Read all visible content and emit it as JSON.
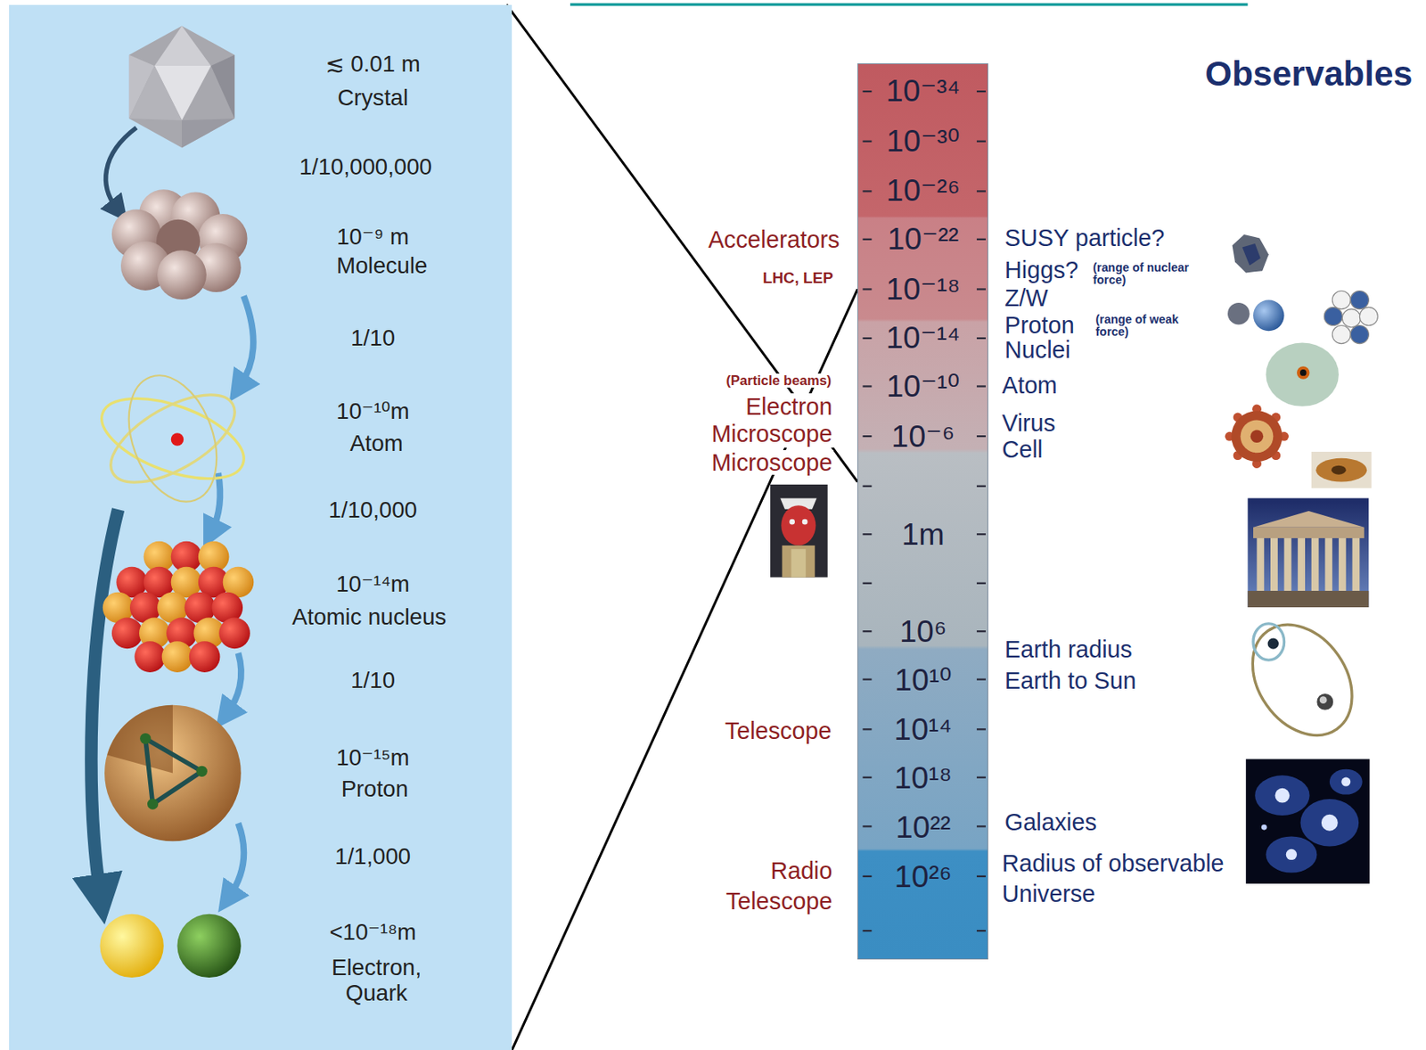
{
  "diagram": {
    "title": "Observables",
    "nodes": [
      {
        "text": [
          "≲ 0.01 m",
          "Crystal",
          "1/10,000,000",
          "10⁻⁹ m",
          "Molecule",
          "1/10",
          "10⁻¹⁰m",
          "Atom",
          "1/10,000",
          "10⁻¹⁴m",
          "Atomic nucleus",
          "1/10",
          "10⁻¹⁵m",
          "Proton",
          "1/1,000",
          "<10⁻¹⁸m",
          "Electron, Quark"
        ]
      },
      {
        "text": [
          "10⁻³⁴",
          "10⁻³⁰",
          "10⁻²⁶",
          "10⁻²²",
          "10⁻¹⁸",
          "10⁻¹⁴",
          "10⁻¹⁰",
          "10⁻⁶",
          "1m",
          "10⁶",
          "10¹⁰",
          "10¹⁴",
          "10¹⁸",
          "10²²",
          "10²⁶"
        ]
      }
    ],
    "edges": [
      {
        "from": 0,
        "to": 1,
        "arrow": "none"
      },
      {
        "from": 0,
        "to": 1,
        "arrow": "none"
      }
    ],
    "labels": [
      "Accelerators",
      "LHC, LEP",
      "(Particle beams)",
      "Electron Microscope",
      "Microscope",
      "Telescope",
      "Radio Telescope",
      "SUSY particle?",
      "Higgs?",
      "(range of nuclear force)",
      "Z/W",
      "Proton",
      "(range of weak force)",
      "Nuclei",
      "Atom",
      "Virus",
      "Cell",
      "Earth radius",
      "Earth to Sun",
      "Galaxies",
      "Radius of observable Universe"
    ]
  }
}
